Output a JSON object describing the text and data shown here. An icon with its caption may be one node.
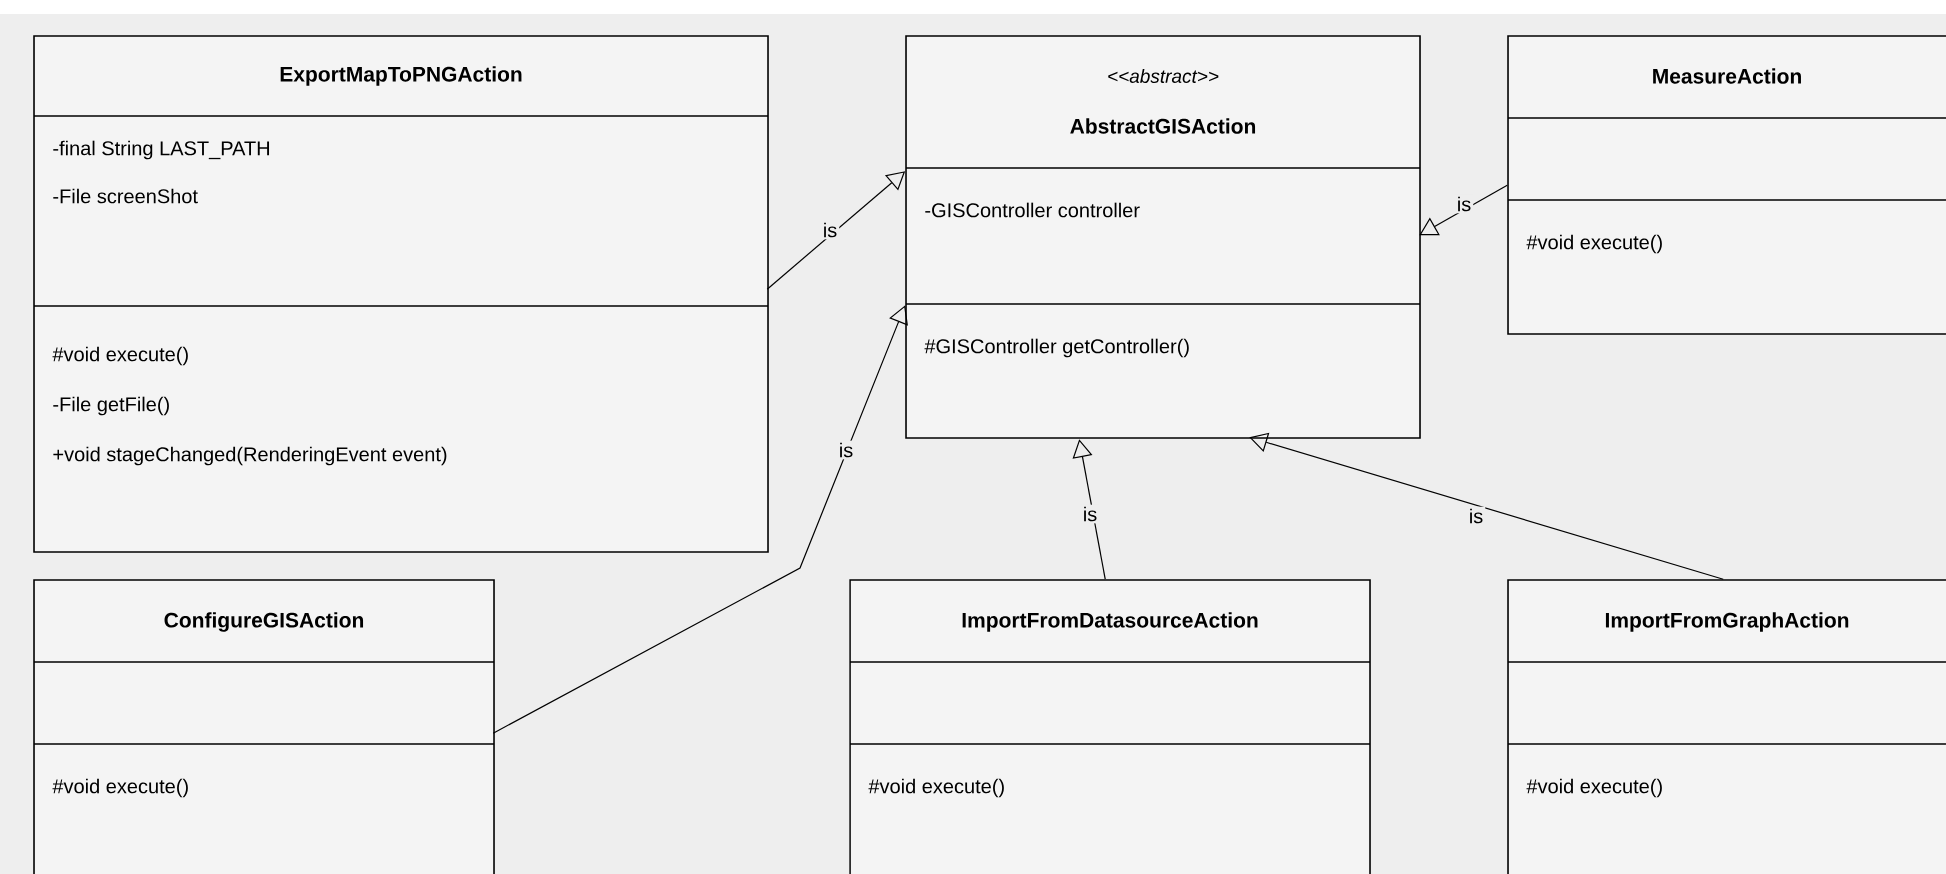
{
  "diagram": {
    "nodes": [
      {
        "text": [
          "ExportMapToPNGAction",
          "-final String LAST_PATH",
          "-File screenShot",
          "#void execute()",
          "-File getFile()",
          "+void stageChanged(RenderingEvent event)"
        ]
      },
      {
        "text": [
          "<<abstract>>",
          "AbstractGISAction",
          "-GISController controller",
          "#GISController getController()"
        ]
      },
      {
        "text": [
          "MeasureAction",
          "#void execute()"
        ]
      },
      {
        "text": [
          "ConfigureGISAction",
          "#void execute()"
        ]
      },
      {
        "text": [
          "ImportFromDatasourceAction",
          "#void execute()"
        ]
      },
      {
        "text": [
          "ImportFromGraphAction",
          "#void execute()"
        ]
      }
    ],
    "edges": [
      {
        "from": 0,
        "to": 1,
        "arrow": "to",
        "label": "is"
      },
      {
        "from": 3,
        "to": 1,
        "arrow": "to",
        "label": "is"
      },
      {
        "from": 2,
        "to": 1,
        "arrow": "to",
        "label": "is"
      },
      {
        "from": 4,
        "to": 1,
        "arrow": "to",
        "label": "is"
      },
      {
        "from": 5,
        "to": 1,
        "arrow": "to",
        "label": "is"
      }
    ]
  }
}
